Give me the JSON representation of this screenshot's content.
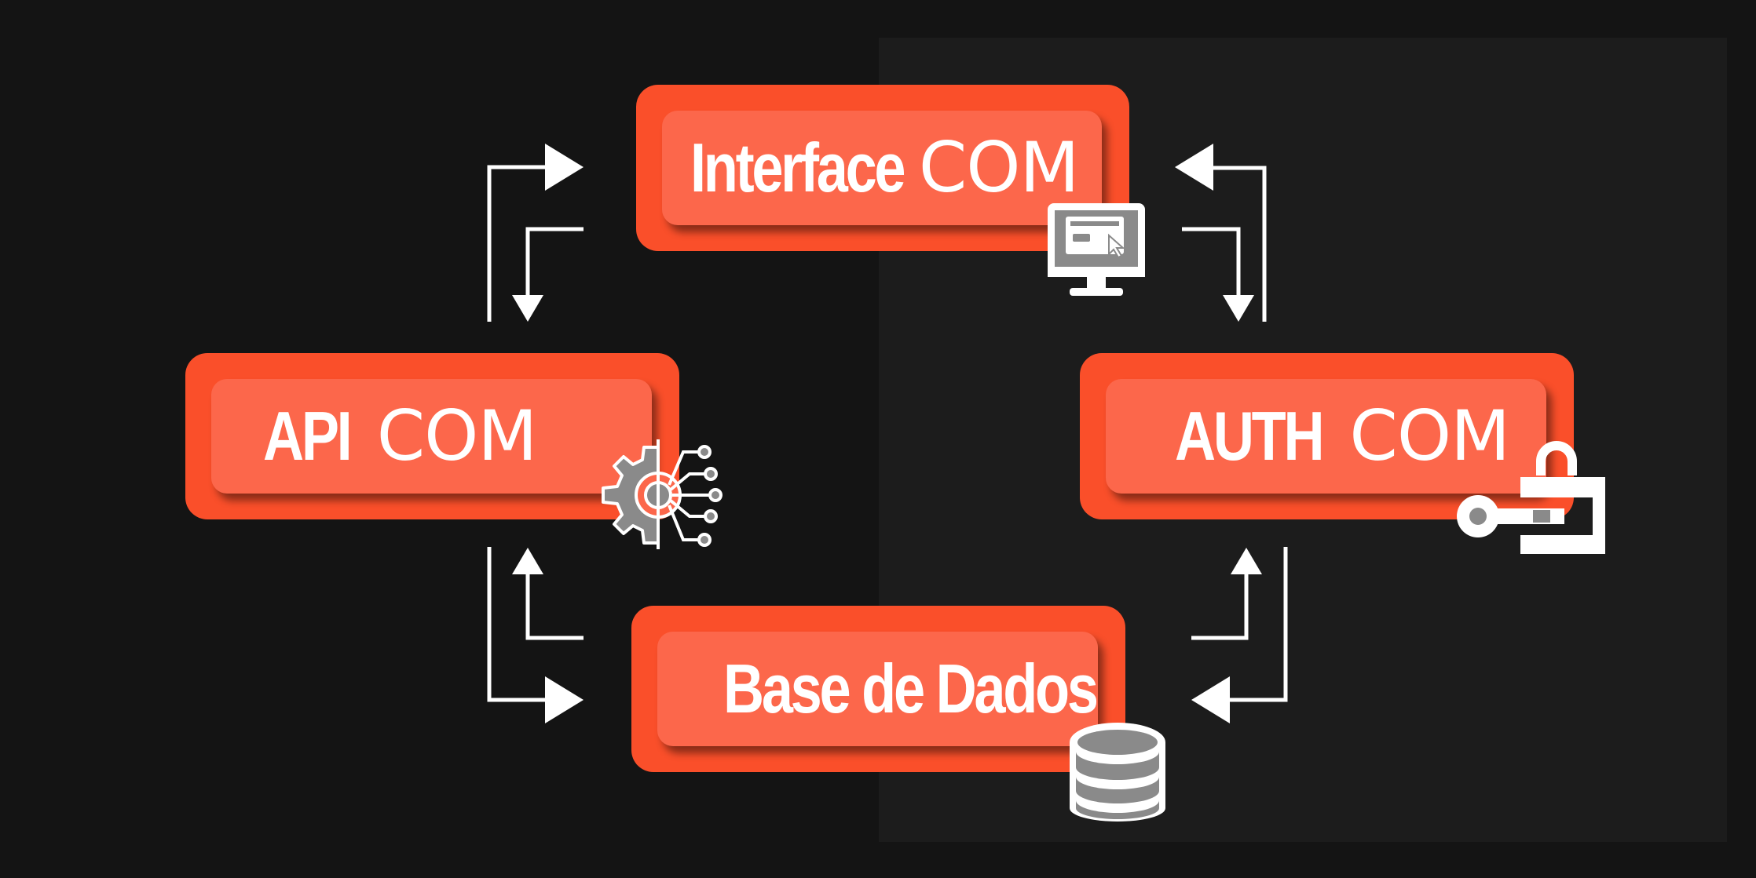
{
  "nodes": {
    "interface": {
      "bold": "Interface",
      "light": "COM",
      "icon": "monitor-icon"
    },
    "api": {
      "bold": "API",
      "light": "COM",
      "icon": "gear-network-icon"
    },
    "auth": {
      "bold": "AUTH",
      "light": "COM",
      "icon": "key-lock-icon"
    },
    "database": {
      "bold": "Base de Dados",
      "light": "",
      "icon": "database-icon"
    }
  },
  "colors": {
    "background": "#141414",
    "panel": "#1c1c1c",
    "box_outer": "#fa4f2a",
    "box_inner": "#fc674b",
    "arrow": "#ffffff",
    "icon_fill": "#8a8a8a"
  }
}
